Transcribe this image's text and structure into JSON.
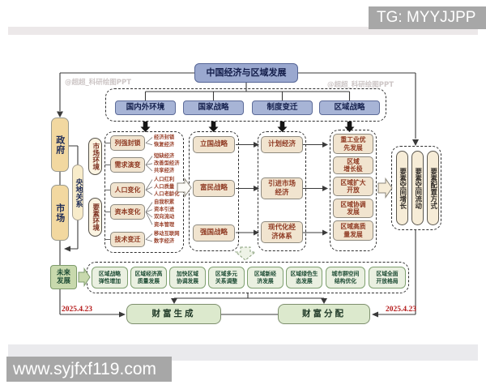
{
  "overlays": {
    "tg": "TG: MYYJJPP",
    "site": "www.syjfxf119.com"
  },
  "credits": {
    "left": "@超超_科研绘图PPT",
    "right": "@超超_科研绘图PPT"
  },
  "title": "中国经济与区域发展",
  "top_factors": {
    "items": [
      {
        "label": "国内外环境"
      },
      {
        "label": "国家战略"
      },
      {
        "label": "制度变迁"
      },
      {
        "label": "区域战略"
      }
    ]
  },
  "left_rail": {
    "government": "政府",
    "market": "市场",
    "central_local": "央地关系",
    "market_env": "市场环境",
    "factor_env": "要素环境",
    "future": "未来\n发展"
  },
  "env_column": {
    "groups": [
      {
        "label": "列强封锁",
        "subs": [
          "经济封锁",
          "恢复经济"
        ]
      },
      {
        "label": "需求演变",
        "subs": [
          "短缺经济",
          "改善型经济",
          "共享经济"
        ]
      },
      {
        "label": "人口变化",
        "subs": [
          "人口红利",
          "人口质量",
          "人口老龄化"
        ]
      },
      {
        "label": "资本变化",
        "subs": [
          "自我积累",
          "资本引进",
          "双向流动",
          "资本管理"
        ]
      },
      {
        "label": "技术变迁",
        "subs": [
          "移动互联网",
          "数字经济"
        ]
      }
    ]
  },
  "strategies": {
    "items": [
      {
        "label": "立国战略"
      },
      {
        "label": "富民战略"
      },
      {
        "label": "强国战略"
      }
    ]
  },
  "economies": {
    "items": [
      {
        "label": "计划经济"
      },
      {
        "label": "引进市场\n经济"
      },
      {
        "label": "现代化经\n济体系"
      }
    ]
  },
  "regional": {
    "items": [
      {
        "label": "重工业优\n先发展"
      },
      {
        "label": "区域\n增长极"
      },
      {
        "label": "区域扩大\n开放"
      },
      {
        "label": "区域协调\n发展"
      },
      {
        "label": "区域高质\n量发展"
      }
    ]
  },
  "factor_outcomes": {
    "items": [
      {
        "label": "要素空间增长"
      },
      {
        "label": "要素空间流动"
      },
      {
        "label": "要素配置方式"
      }
    ]
  },
  "future_outcomes": {
    "items": [
      {
        "label": "区域战略\n弹性增加"
      },
      {
        "label": "区域经济高\n质量发展"
      },
      {
        "label": "加快区域\n协调发展"
      },
      {
        "label": "区域多元\n关系调整"
      },
      {
        "label": "区域新经\n济发展"
      },
      {
        "label": "区域绿色生\n态发展"
      },
      {
        "label": "城市群空间\n结构优化"
      },
      {
        "label": "区域全面\n开放格局"
      }
    ]
  },
  "wealth": {
    "generation": "财富生成",
    "distribution": "财富分配"
  },
  "dates": {
    "left": "2025.4.23",
    "right": "2025.4.23"
  },
  "colors": {
    "accent_blue": "#9aa8cf",
    "cream": "#f1e4cf",
    "tan": "#f2d8a0",
    "green_light": "#eaf0e1",
    "red_text": "#8f3a23",
    "date_red": "#b51a1a"
  }
}
